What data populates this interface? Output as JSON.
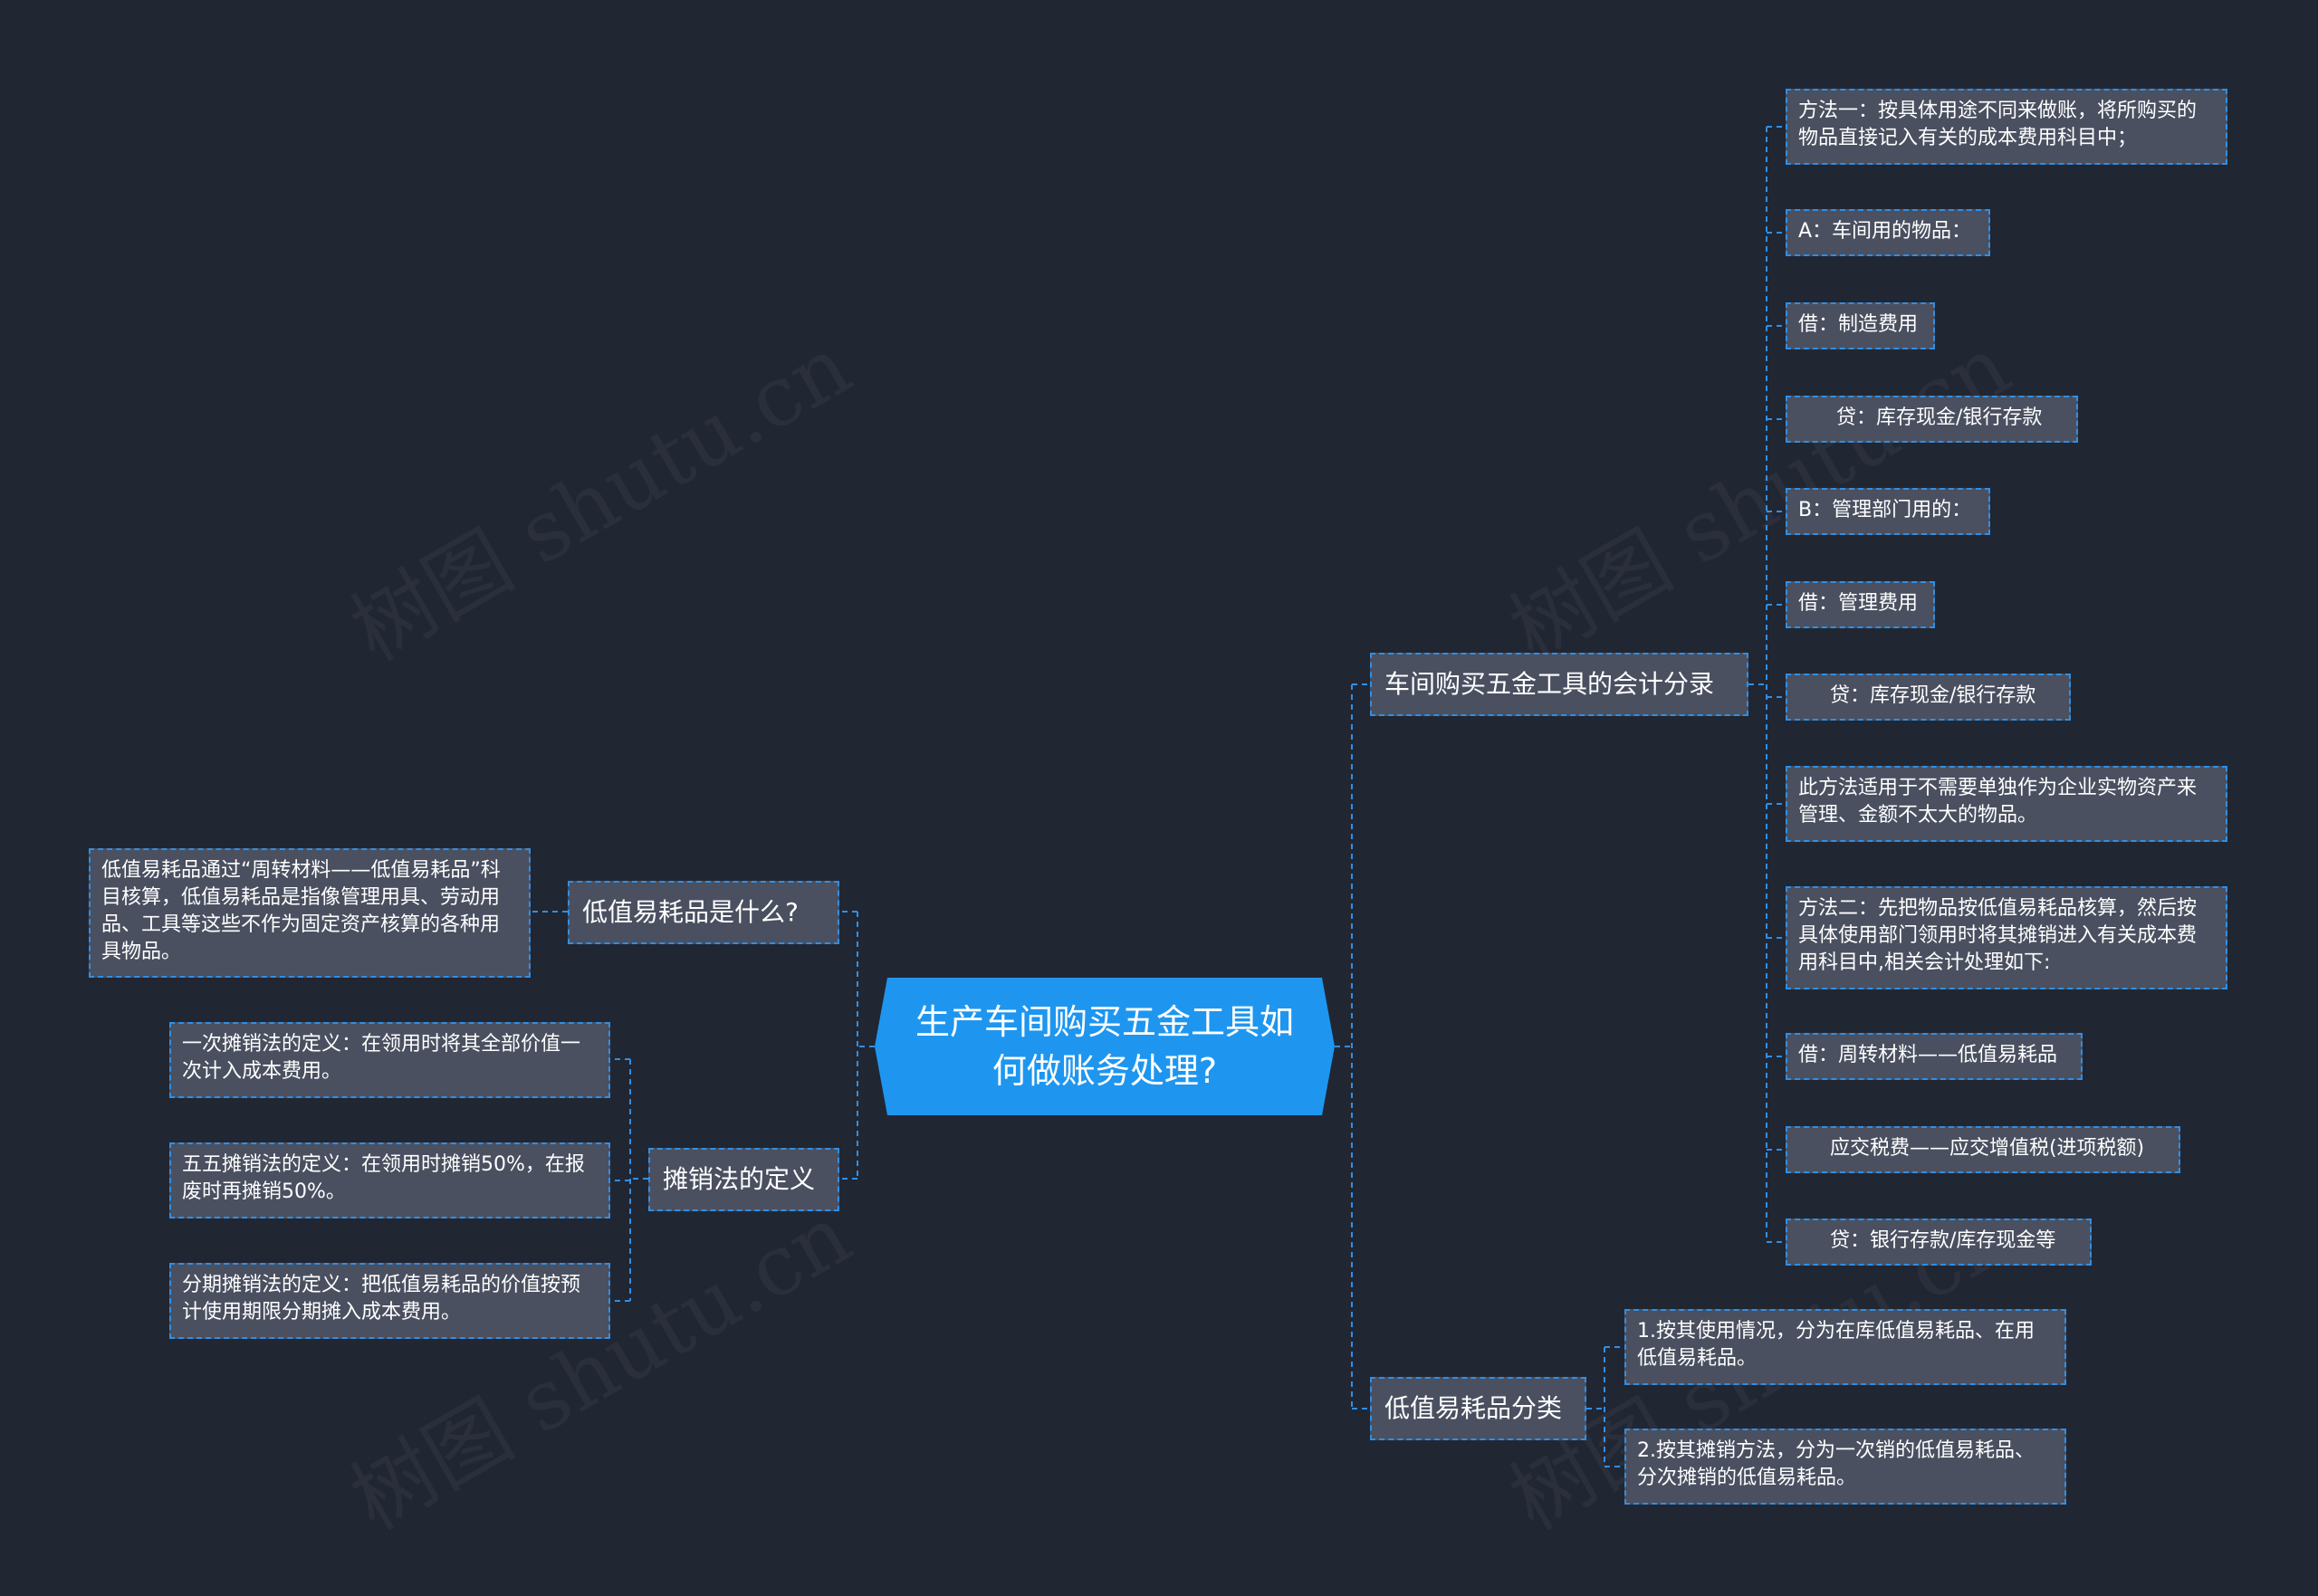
{
  "watermark": "树图 shutu.cn",
  "root": {
    "label": "生产车间购买五金工具如何做账务处理?"
  },
  "branches": {
    "accounting": {
      "label": "车间购买五金工具的会计分录",
      "items": [
        "方法一：按具体用途不同来做账，将所购买的物品直接记入有关的成本费用科目中；",
        "A：车间用的物品：",
        "借：制造费用",
        "      贷：库存现金/银行存款",
        "B：管理部门用的：",
        "借：管理费用",
        "     贷：库存现金/银行存款",
        "此方法适用于不需要单独作为企业实物资产来管理、金额不太大的物品。",
        "方法二：先把物品按低值易耗品核算，然后按具体使用部门领用时将其摊销进入有关成本费用科目中,相关会计处理如下:",
        "借：周转材料——低值易耗品",
        "     应交税费——应交增值税(进项税额)",
        "     贷：银行存款/库存现金等"
      ]
    },
    "classification": {
      "label": "低值易耗品分类",
      "items": [
        "1.按其使用情况，分为在库低值易耗品、在用低值易耗品。",
        "2.按其摊销方法，分为一次销的低值易耗品、分次摊销的低值易耗品。"
      ]
    },
    "whatis": {
      "label": "低值易耗品是什么?",
      "items": [
        "低值易耗品通过“周转材料——低值易耗品”科目核算，低值易耗品是指像管理用具、劳动用品、工具等这些不作为固定资产核算的各种用具物品。"
      ]
    },
    "amortization": {
      "label": "摊销法的定义",
      "items": [
        "一次摊销法的定义：在领用时将其全部价值一次计入成本费用。",
        "五五摊销法的定义：在领用时摊销50%，在报废时再摊销50%。",
        "分期摊销法的定义：把低值易耗品的价值按预计使用期限分期摊入成本费用。"
      ]
    }
  },
  "colors": {
    "background": "#212633",
    "node_fill": "#4a5060",
    "accent": "#2f8fe6",
    "root_fill": "#1e96f0",
    "text": "#ffffff"
  }
}
